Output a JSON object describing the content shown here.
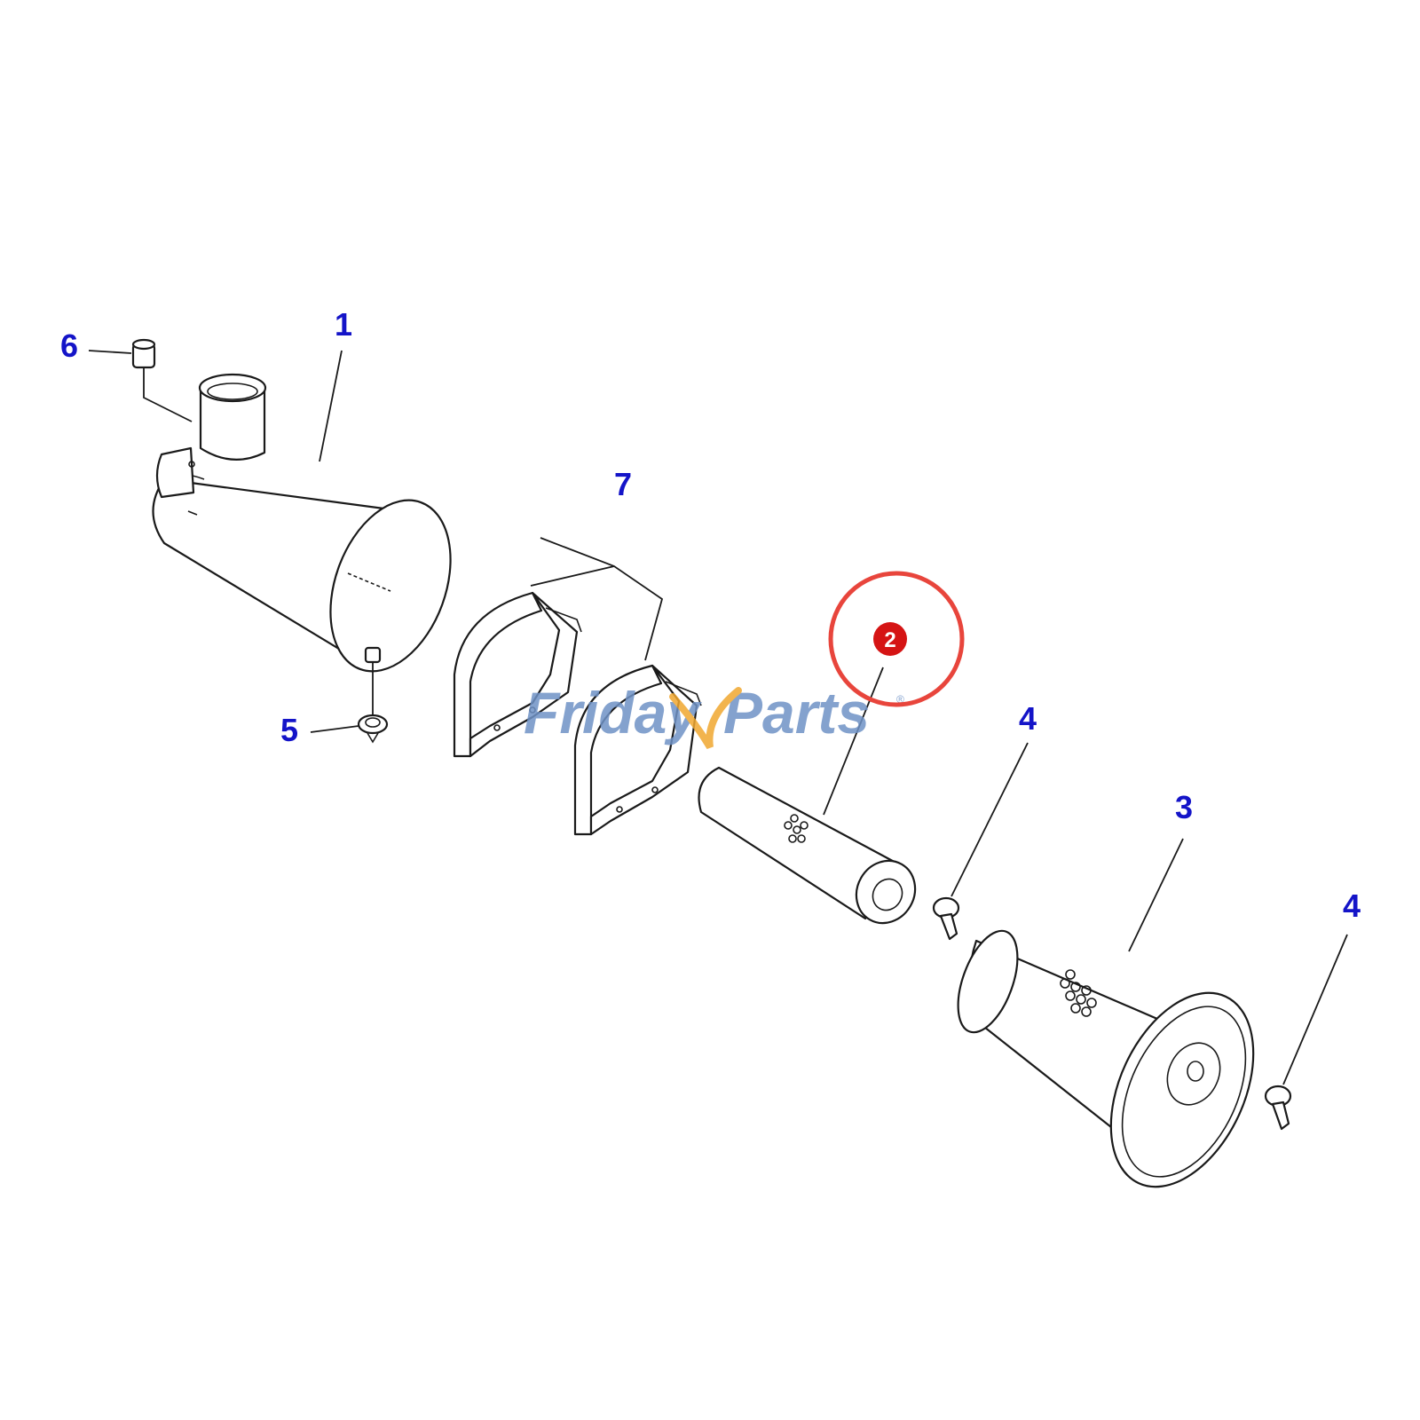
{
  "callouts": [
    {
      "id": "1",
      "label": "1"
    },
    {
      "id": "2",
      "label": "2"
    },
    {
      "id": "3",
      "label": "3"
    },
    {
      "id": "4a",
      "label": "4"
    },
    {
      "id": "4b",
      "label": "4"
    },
    {
      "id": "5",
      "label": "5"
    },
    {
      "id": "6",
      "label": "6"
    },
    {
      "id": "7",
      "label": "7"
    }
  ],
  "watermark": {
    "text_part1": "Friday",
    "text_part2": "Parts",
    "mark": "®"
  },
  "colors": {
    "callout_text": "#1414c8",
    "highlight_ring": "#e8453c",
    "highlight_badge": "#d51414",
    "watermark_blue": "#6f92c6",
    "watermark_orange": "#f0a830"
  }
}
